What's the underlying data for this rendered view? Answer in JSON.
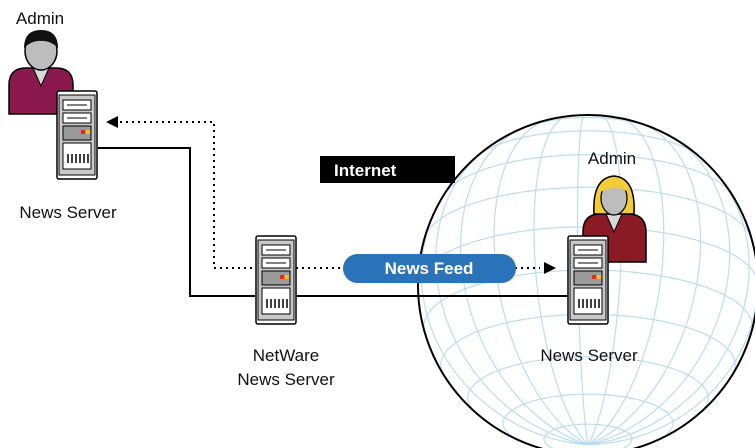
{
  "labels": {
    "admin_left": "Admin",
    "news_server_left": "News Server",
    "internet": "Internet",
    "admin_right": "Admin",
    "netware_line1": "NetWare",
    "netware_line2": "News Server",
    "news_feed": "News Feed",
    "news_server_right": "News Server"
  },
  "colors": {
    "globe_line": "#bcdcf0",
    "feed_pill": "#2a73b8",
    "admin_left_shirt": "#8a1a4e",
    "admin_right_shirt": "#8a1a24",
    "admin_right_hair": "#f2cc3a",
    "internet_bg": "#000000"
  },
  "icons": {
    "admin_left": "admin-person-icon",
    "admin_right": "admin-person-icon",
    "server_left": "news-server-tower-icon",
    "server_middle": "netware-server-tower-icon",
    "server_right": "news-server-tower-icon",
    "globe": "internet-globe-icon"
  }
}
